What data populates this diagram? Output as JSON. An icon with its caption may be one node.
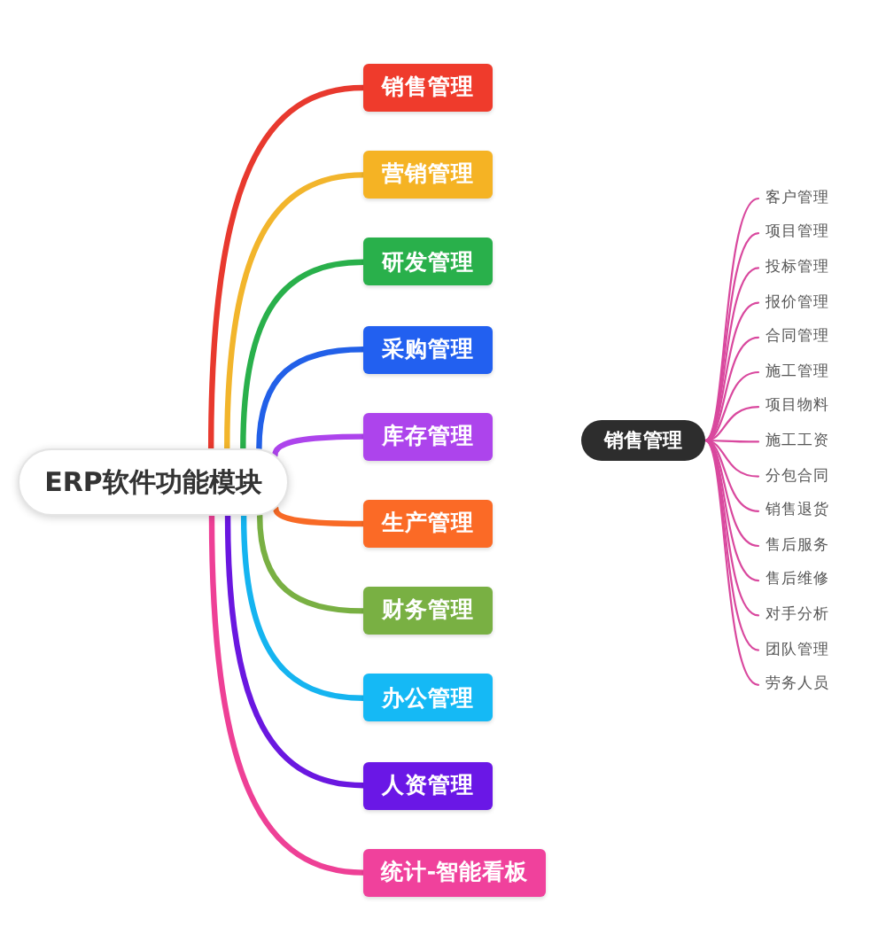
{
  "diagram": {
    "nodes": [
      {
        "text": [
          "ERP软件功能模块"
        ]
      },
      {
        "text": [
          "销售管理"
        ]
      },
      {
        "text": [
          "营销管理"
        ]
      },
      {
        "text": [
          "研发管理"
        ]
      },
      {
        "text": [
          "采购管理"
        ]
      },
      {
        "text": [
          "库存管理"
        ]
      },
      {
        "text": [
          "生产管理"
        ]
      },
      {
        "text": [
          "财务管理"
        ]
      },
      {
        "text": [
          "办公管理"
        ]
      },
      {
        "text": [
          "人资管理"
        ]
      },
      {
        "text": [
          "统计-智能看板"
        ]
      },
      {
        "text": [
          "销售管理"
        ]
      },
      {
        "text": [
          "客户管理"
        ]
      },
      {
        "text": [
          "项目管理"
        ]
      },
      {
        "text": [
          "投标管理"
        ]
      },
      {
        "text": [
          "报价管理"
        ]
      },
      {
        "text": [
          "合同管理"
        ]
      },
      {
        "text": [
          "施工管理"
        ]
      },
      {
        "text": [
          "项目物料"
        ]
      },
      {
        "text": [
          "施工工资"
        ]
      },
      {
        "text": [
          "分包合同"
        ]
      },
      {
        "text": [
          "销售退货"
        ]
      },
      {
        "text": [
          "售后服务"
        ]
      },
      {
        "text": [
          "售后维修"
        ]
      },
      {
        "text": [
          "对手分析"
        ]
      },
      {
        "text": [
          "团队管理"
        ]
      },
      {
        "text": [
          "劳务人员"
        ]
      }
    ],
    "edges": [
      {
        "from": 0,
        "to": 1,
        "arrow": "none",
        "style": "thick",
        "color": "#e8392e"
      },
      {
        "from": 0,
        "to": 2,
        "arrow": "none",
        "style": "thick",
        "color": "#f2b52c"
      },
      {
        "from": 0,
        "to": 3,
        "arrow": "none",
        "style": "thick",
        "color": "#29b04b"
      },
      {
        "from": 0,
        "to": 4,
        "arrow": "none",
        "style": "thick",
        "color": "#2260e8"
      },
      {
        "from": 0,
        "to": 5,
        "arrow": "none",
        "style": "thick",
        "color": "#ad44ec"
      },
      {
        "from": 0,
        "to": 6,
        "arrow": "none",
        "style": "thick",
        "color": "#f86a26"
      },
      {
        "from": 0,
        "to": 7,
        "arrow": "none",
        "style": "thick",
        "color": "#79b043"
      },
      {
        "from": 0,
        "to": 8,
        "arrow": "none",
        "style": "thick",
        "color": "#15b4f0"
      },
      {
        "from": 0,
        "to": 9,
        "arrow": "none",
        "style": "thick",
        "color": "#6a17e0"
      },
      {
        "from": 0,
        "to": 10,
        "arrow": "none",
        "style": "thick",
        "color": "#ee4096"
      },
      {
        "from": 11,
        "to": 12,
        "arrow": "none"
      },
      {
        "from": 11,
        "to": 13,
        "arrow": "none"
      },
      {
        "from": 11,
        "to": 14,
        "arrow": "none"
      },
      {
        "from": 11,
        "to": 15,
        "arrow": "none"
      },
      {
        "from": 11,
        "to": 16,
        "arrow": "none"
      },
      {
        "from": 11,
        "to": 17,
        "arrow": "none"
      },
      {
        "from": 11,
        "to": 18,
        "arrow": "none"
      },
      {
        "from": 11,
        "to": 19,
        "arrow": "none"
      },
      {
        "from": 11,
        "to": 20,
        "arrow": "none"
      },
      {
        "from": 11,
        "to": 21,
        "arrow": "none"
      },
      {
        "from": 11,
        "to": 22,
        "arrow": "none"
      },
      {
        "from": 11,
        "to": 23,
        "arrow": "none"
      },
      {
        "from": 11,
        "to": 24,
        "arrow": "none"
      },
      {
        "from": 11,
        "to": 25,
        "arrow": "none"
      },
      {
        "from": 11,
        "to": 26,
        "arrow": "none"
      }
    ]
  }
}
